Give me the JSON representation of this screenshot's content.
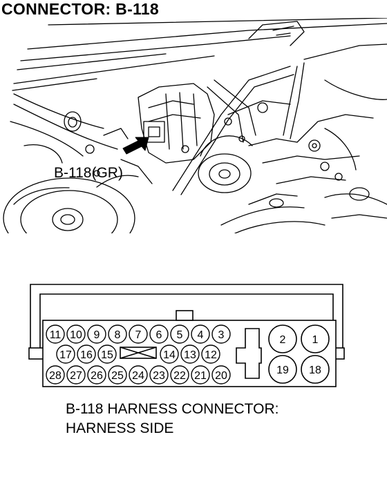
{
  "title": "CONNECTOR: B-118",
  "callout": {
    "label": "B-118(GR)"
  },
  "connector": {
    "row1": [
      "11",
      "10",
      "9",
      "8",
      "7",
      "6",
      "5",
      "4",
      "3"
    ],
    "row2_left": [
      "17",
      "16",
      "15"
    ],
    "row2_right": [
      "14",
      "13",
      "12"
    ],
    "row3": [
      "28",
      "27",
      "26",
      "25",
      "24",
      "23",
      "22",
      "21",
      "20"
    ],
    "large_pins": [
      "2",
      "1",
      "19",
      "18"
    ]
  },
  "caption": {
    "line1": "B-118 HARNESS CONNECTOR:",
    "line2": "HARNESS SIDE"
  }
}
